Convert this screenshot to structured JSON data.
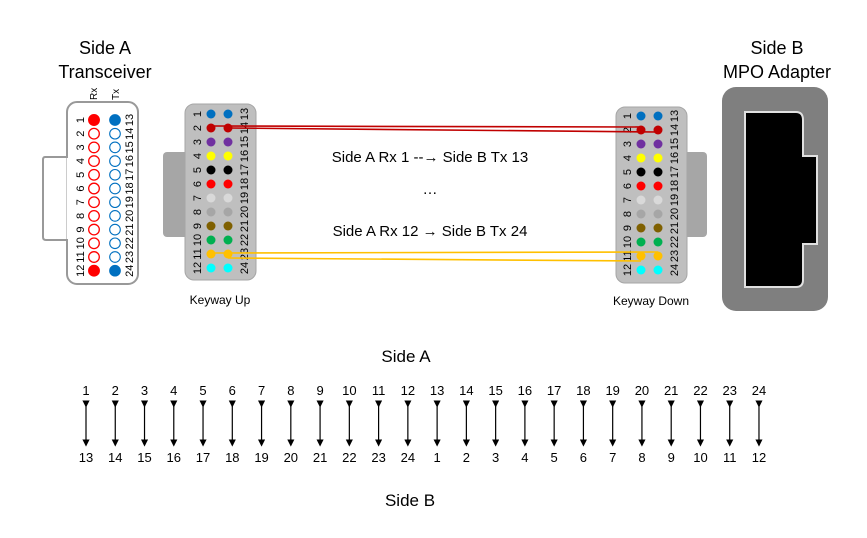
{
  "side_a_title": "Side A",
  "transceiver_title": "Transceiver",
  "side_b_title": "Side B",
  "adapter_title": "MPO Adapter",
  "rx_label": "Rx",
  "tx_label": "Tx",
  "keyway_up": "Keyway Up",
  "keyway_down": "Keyway Down",
  "mapping_line_1": "Side A Rx 1 --→ Side B Tx 13",
  "mapping_ellipsis": "…",
  "mapping_line_2": "Side A Rx 12 → Side B Tx 24",
  "fiber_colors": [
    "#0070c0",
    "#c00000",
    "#7030a0",
    "#ffff00",
    "#000000",
    "#ff0000",
    "#d9d9d9",
    "#a6a6a6",
    "#7f6000",
    "#00b050",
    "#ffc000",
    "#00ffff"
  ],
  "row_left_numbers": [
    "1",
    "2",
    "3",
    "4",
    "5",
    "6",
    "7",
    "8",
    "9",
    "10",
    "11",
    "12"
  ],
  "row_right_numbers": [
    "13",
    "14",
    "15",
    "16",
    "17",
    "18",
    "19",
    "20",
    "21",
    "22",
    "23",
    "24"
  ],
  "mapping_label_top": "Side A",
  "mapping_label_bottom": "Side B",
  "mapping_top": [
    "1",
    "2",
    "3",
    "4",
    "5",
    "6",
    "7",
    "8",
    "9",
    "10",
    "11",
    "12",
    "13",
    "14",
    "15",
    "16",
    "17",
    "18",
    "19",
    "20",
    "21",
    "22",
    "23",
    "24"
  ],
  "mapping_bottom": [
    "13",
    "14",
    "15",
    "16",
    "17",
    "18",
    "19",
    "20",
    "21",
    "22",
    "23",
    "24",
    "1",
    "2",
    "3",
    "4",
    "5",
    "6",
    "7",
    "8",
    "9",
    "10",
    "11",
    "12"
  ],
  "rx_color": "#ff0000",
  "tx_color": "#0070c0",
  "red_fiber": "#c00000",
  "yellow_fiber": "#ffc000"
}
